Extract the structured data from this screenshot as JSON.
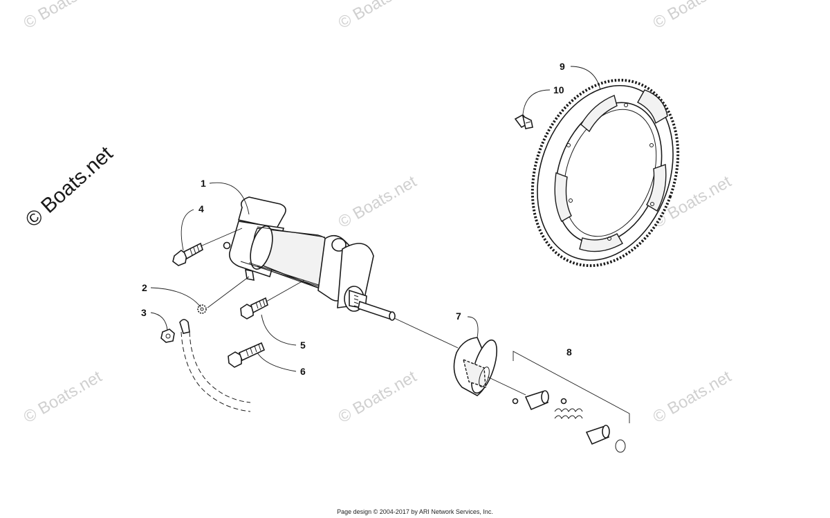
{
  "watermark": {
    "text": "© Boats.net"
  },
  "callouts": [
    {
      "id": "1",
      "label": "1"
    },
    {
      "id": "2",
      "label": "2"
    },
    {
      "id": "3",
      "label": "3"
    },
    {
      "id": "4",
      "label": "4"
    },
    {
      "id": "5",
      "label": "5"
    },
    {
      "id": "6",
      "label": "6"
    },
    {
      "id": "7",
      "label": "7"
    },
    {
      "id": "8",
      "label": "8"
    },
    {
      "id": "9",
      "label": "9"
    },
    {
      "id": "10",
      "label": "10"
    }
  ],
  "footer": {
    "text": "Page design © 2004-2017 by ARI Network Services, Inc."
  }
}
